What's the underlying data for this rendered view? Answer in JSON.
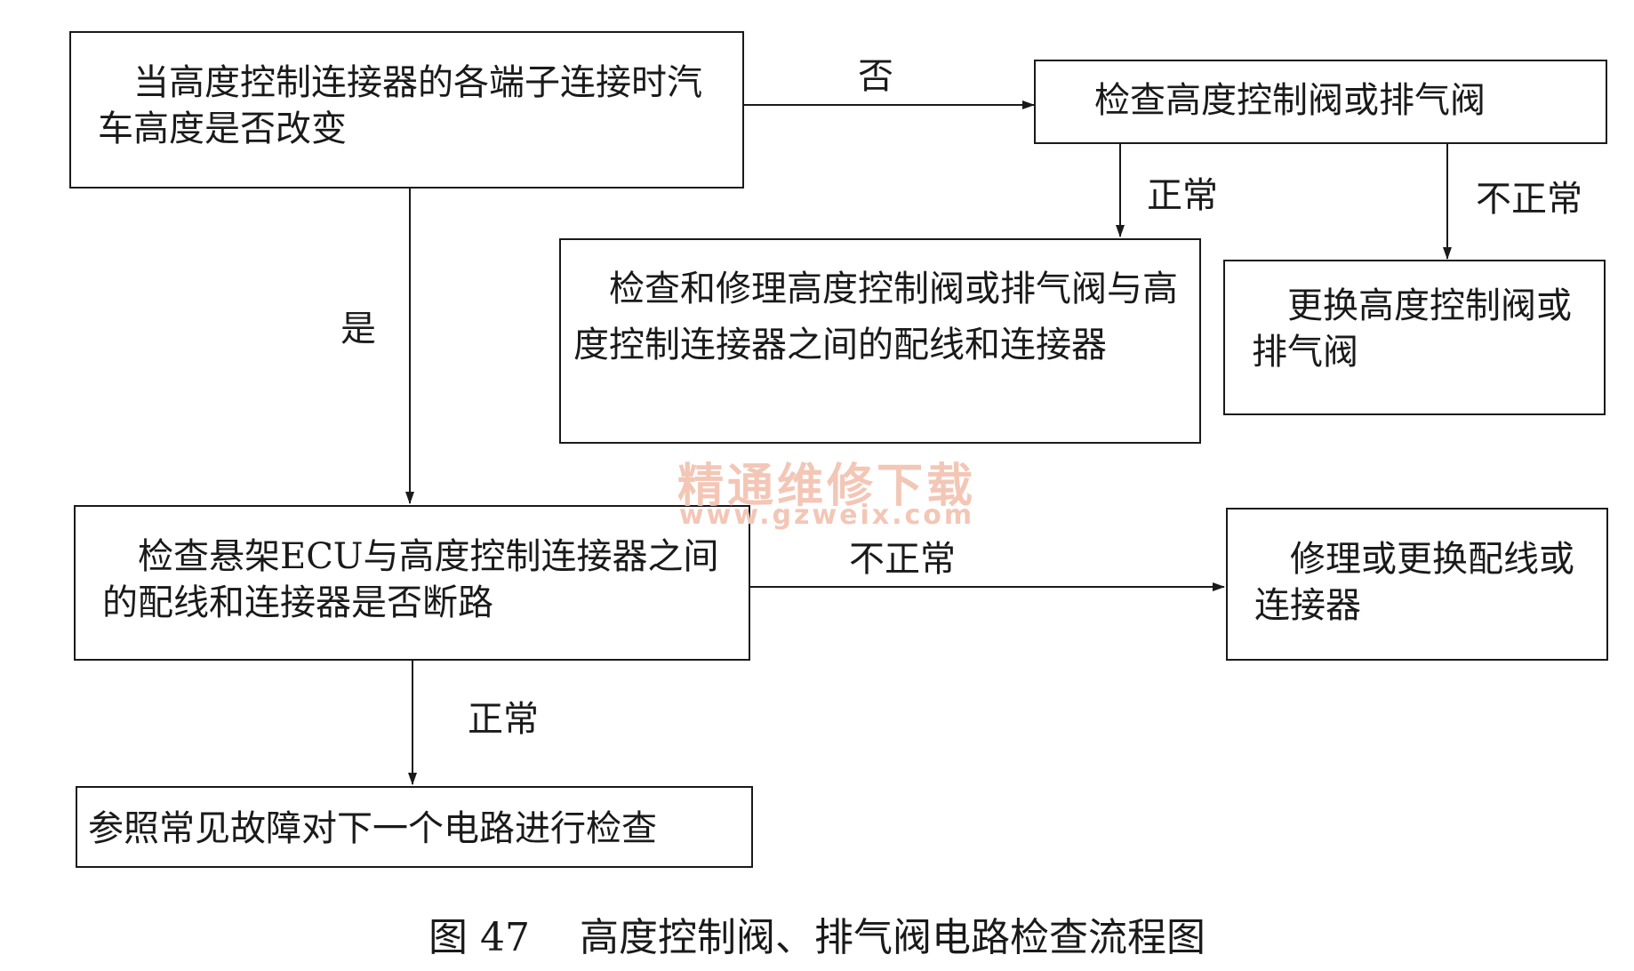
{
  "boxes": {
    "check_height_change": "当高度控制连接器的各端子连接时汽车高度是否改变",
    "check_valves": "检查高度控制阀或排气阀",
    "repair_wiring_valves": "检查和修理高度控制阀或排气阀与高度控制连接器之间的配线和连接器",
    "replace_valves": "更换高度控制阀或排气阀",
    "check_ecu_wiring": "检查悬架ECU与高度控制连接器之间的配线和连接器是否断路",
    "repair_replace_wiring": "修理或更换配线或连接器",
    "next_circuit": "参照常见故障对下一个电路进行检查"
  },
  "labels": {
    "no": "否",
    "yes": "是",
    "normal_1": "正常",
    "abnormal_1": "不正常",
    "abnormal_2": "不正常",
    "normal_2": "正常"
  },
  "watermark": {
    "name": "精通维修下载",
    "url": "www.gzweix.com"
  },
  "caption": {
    "figure_number": "图 47",
    "title": "高度控制阀、排气阀电路检查流程图"
  }
}
